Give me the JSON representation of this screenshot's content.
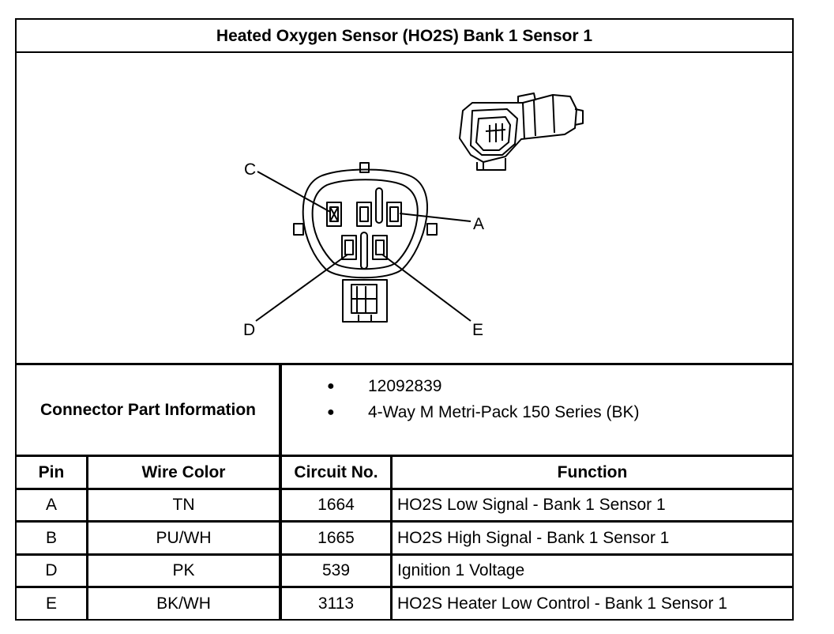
{
  "title": "Heated Oxygen Sensor (HO2S) Bank 1 Sensor 1",
  "diagram": {
    "labels": [
      "C",
      "A",
      "D",
      "E"
    ]
  },
  "connector_info": {
    "label": "Connector Part Information",
    "items": [
      "12092839",
      "4-Way M Metri-Pack 150 Series (BK)"
    ]
  },
  "table": {
    "headers": [
      "Pin",
      "Wire Color",
      "Circuit No.",
      "Function"
    ],
    "rows": [
      [
        "A",
        "TN",
        "1664",
        "HO2S Low Signal - Bank 1 Sensor 1"
      ],
      [
        "B",
        "PU/WH",
        "1665",
        "HO2S High Signal - Bank 1 Sensor 1"
      ],
      [
        "D",
        "PK",
        "539",
        "Ignition 1 Voltage"
      ],
      [
        "E",
        "BK/WH",
        "3113",
        "HO2S Heater Low Control - Bank 1 Sensor 1"
      ]
    ]
  }
}
